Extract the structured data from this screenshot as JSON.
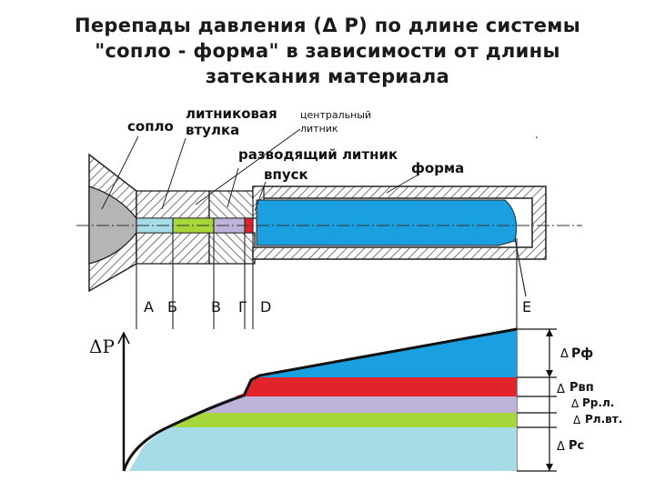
{
  "title": {
    "line1": "Перепады давления (Δ Р) по длине системы",
    "line2": "\"сопло - форма\" в зависимости от длины",
    "line3": "затекания материала"
  },
  "labels": {
    "nozzle": "сопло",
    "sprue_bushing_1": "литниковая",
    "sprue_bushing_2": "втулка",
    "central_runner_1": "центральный",
    "central_runner_2": "литник",
    "distribution_runner": "разводящий литник",
    "gate": "впуск",
    "mold": "форма",
    "dot": "."
  },
  "points": [
    "А",
    "Б",
    "В",
    "Г",
    "D",
    "Е"
  ],
  "axis_label": "ΔP",
  "delta_symbol": "Δ",
  "pressure_drops": [
    {
      "key": "f",
      "label": "Рф",
      "color": "#1aa0e0"
    },
    {
      "key": "vp",
      "label": "Рвп",
      "color": "#e3232a"
    },
    {
      "key": "rl",
      "label": "Рр.л.",
      "color": "#bdb3d9"
    },
    {
      "key": "lvt",
      "label": "Рл.вт.",
      "color": "#a6d63a"
    },
    {
      "key": "c",
      "label": "Рс",
      "color": "#a6dbe8"
    }
  ],
  "colors": {
    "mold_cavity": "#1aa0e0",
    "nozzle_channel": "#a6dbe8",
    "bushing_channel": "#a6d63a",
    "runner_channel": "#bdb3d9",
    "gate": "#e3232a",
    "nozzle_tip": "#b5b5b5"
  }
}
